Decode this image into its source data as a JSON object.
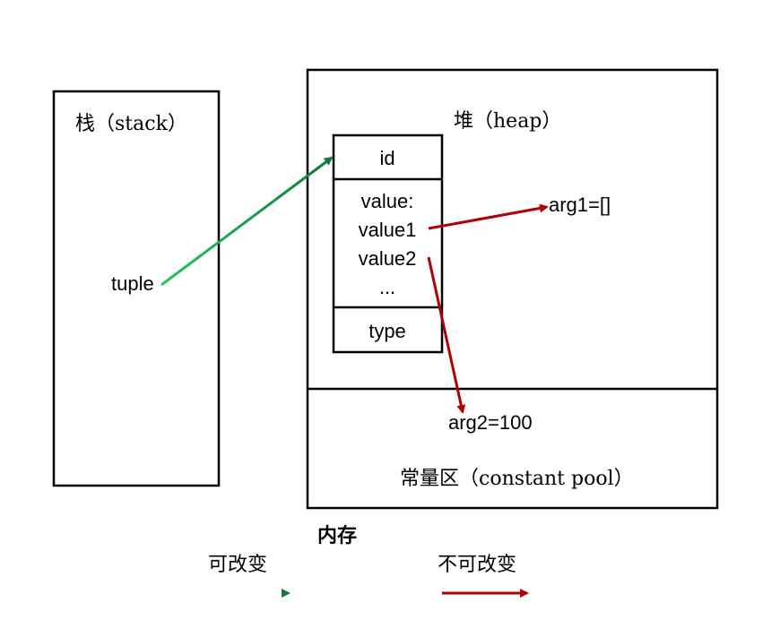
{
  "stack": {
    "label": "栈（stack）",
    "variable": "tuple"
  },
  "heap": {
    "label": "堆（heap）",
    "object": {
      "id": "id",
      "value_header": "value:",
      "value1": "value1",
      "value2": "value2",
      "ellipsis": "...",
      "type": "type"
    },
    "arg1": "arg1=[]"
  },
  "constant_pool": {
    "label": "常量区（constant pool）",
    "arg2": "arg2=100"
  },
  "memory_title": "内存",
  "legend": {
    "mutable": {
      "label": "可改变",
      "color": "#1db954"
    },
    "immutable": {
      "label": "不可改变",
      "color": "#b00000"
    }
  },
  "colors": {
    "green_start": "#10813f",
    "green_end": "#22c55e",
    "red": "#b00000"
  }
}
